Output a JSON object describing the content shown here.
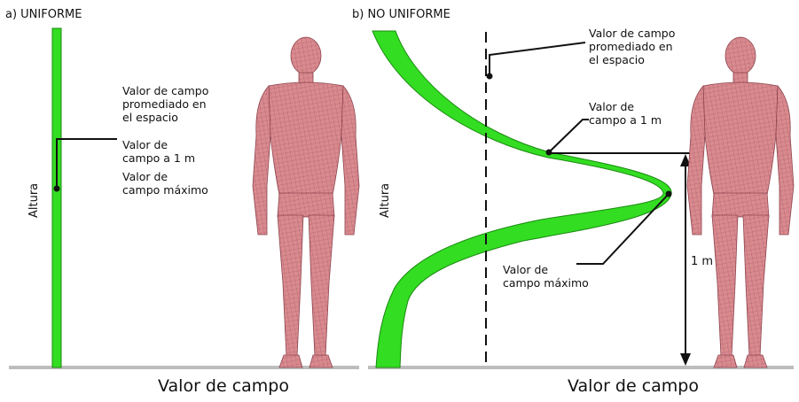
{
  "panel_a": {
    "title": "a) UNIFORME",
    "y_label": "Altura",
    "x_label": "Valor de campo",
    "note_avg": [
      "Valor de campo",
      "promediado en",
      "el espacio"
    ],
    "note_1m": [
      "Valor de",
      "campo a 1 m"
    ],
    "note_max": [
      "Valor de",
      "campo máximo"
    ]
  },
  "panel_b": {
    "title": "b) NO UNIFORME",
    "y_label": "Altura",
    "x_label": "Valor de campo",
    "note_avg": [
      "Valor de campo",
      "promediado en",
      "el espacio"
    ],
    "note_1m": [
      "Valor de",
      "campo a 1 m"
    ],
    "note_max": [
      "Valor de",
      "campo máximo"
    ],
    "height_marker": "1 m"
  },
  "colors": {
    "field_band": "#33dd22",
    "field_band_stroke": "#1a8a10",
    "figure_fill": "#d98a8f",
    "figure_mesh": "#8e4650",
    "ground": "#c9c9c9"
  }
}
